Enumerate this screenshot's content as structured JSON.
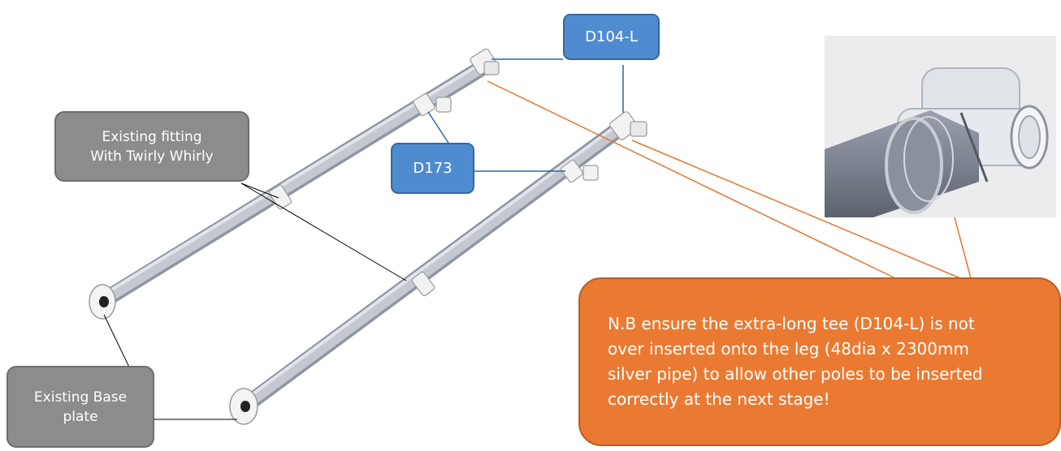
{
  "labels": {
    "existing_fitting": [
      "Existing fitting",
      "With Twirly Whirly"
    ],
    "existing_base": [
      "Existing Base",
      "plate"
    ],
    "d104": "D104-L",
    "d173": "D173"
  },
  "note": {
    "lines": [
      "N.B ensure the extra-long tee (D104-L) is not",
      "over inserted onto the leg (48dia x 2300mm",
      "silver pipe) to allow other poles to be inserted",
      "correctly at the next stage!"
    ]
  },
  "colors": {
    "gray_callout": "#8c8c8c",
    "blue_callout": "#4f8ccf",
    "orange_callout": "#ea7a32",
    "pipe": "#b8bec8",
    "fitting": "#f2f2f2"
  },
  "icons": [
    "pipe-frame-illustration",
    "tee-fitting-closeup-photo"
  ]
}
